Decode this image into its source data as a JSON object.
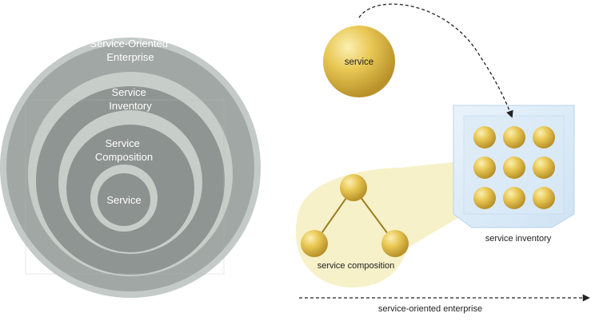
{
  "left": {
    "rings": [
      {
        "label_lines": [
          "Service-Oriented",
          "Enterprise"
        ]
      },
      {
        "label_lines": [
          "Service",
          "Inventory"
        ]
      },
      {
        "label_lines": [
          "Service",
          "Composition"
        ]
      },
      {
        "label_lines": [
          "Service"
        ]
      }
    ]
  },
  "right": {
    "service_label": "service",
    "inventory_caption": "service inventory",
    "composition_caption": "service composition",
    "enterprise_caption": "service-oriented enterprise"
  },
  "colors": {
    "ring_outer": "#a7adaa",
    "ring_light": "#c7cdc9",
    "ring_dark": "#8e9491",
    "gold": "#e3bd4a",
    "gold_highlight": "#fbf0b3",
    "gold_shadow": "#b8912a",
    "composition_fill": "#f6efc3",
    "inventory_glass": "#dcecf9",
    "inventory_edge": "#b8d3ea"
  }
}
